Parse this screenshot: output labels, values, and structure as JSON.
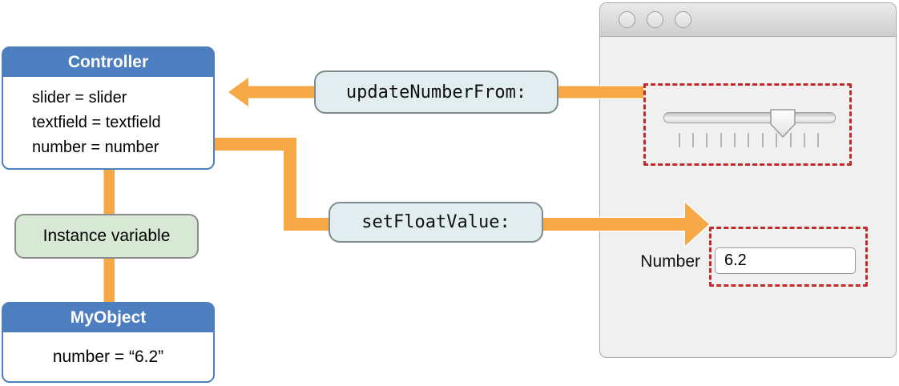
{
  "colors": {
    "orange": "#F5A845",
    "blue": "#4D7EBF",
    "green_fill": "#D7E9D4",
    "green_border": "#8C8C8C",
    "label_fill": "#E1EDEF",
    "label_border": "#7E8B8C",
    "red": "#C02B2B",
    "window_bg": "#F0F0F0",
    "titlebar_top": "#EAEAEA",
    "titlebar_bottom": "#CECECE",
    "window_border": "#A8A8A8",
    "tick": "#B5B5B5"
  },
  "diagram": {
    "controller": {
      "title": "Controller",
      "lines": [
        "slider = slider",
        "textfield = textfield",
        "number = number"
      ]
    },
    "instance_variable": {
      "label": "Instance variable"
    },
    "my_object": {
      "title": "MyObject",
      "line": "number = “6.2”"
    },
    "messages": {
      "update_number_from": "updateNumberFrom:",
      "set_float_value": "setFloatValue:"
    }
  },
  "window": {
    "slider": {
      "tick_count": 11,
      "value_fraction": 0.66
    },
    "number_field": {
      "label": "Number",
      "value": "6.2"
    }
  }
}
